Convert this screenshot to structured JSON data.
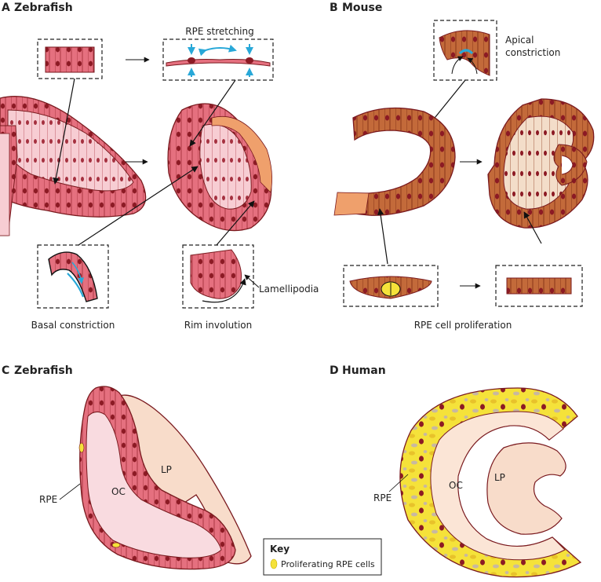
{
  "panels": {
    "a": {
      "letter": "A",
      "title": "Zebrafish",
      "labels": {
        "rpe_stretching": "RPE stretching",
        "basal_constriction": "Basal constriction",
        "rim_involution": "Rim involution",
        "lamellipodia": "Lamellipodia"
      }
    },
    "b": {
      "letter": "B",
      "title": "Mouse",
      "labels": {
        "apical_constriction_1": "Apical",
        "apical_constriction_2": "constriction",
        "rpe_proliferation": "RPE cell proliferation"
      }
    },
    "c": {
      "letter": "C",
      "title": "Zebrafish",
      "labels": {
        "rpe": "RPE",
        "oc": "OC",
        "lp": "LP"
      }
    },
    "d": {
      "letter": "D",
      "title": "Human",
      "labels": {
        "rpe": "RPE",
        "oc": "OC",
        "lp": "LP"
      }
    }
  },
  "key": {
    "title": "Key",
    "entry": "Proliferating RPE cells"
  },
  "colors": {
    "zebrafish_pink": "#e5707f",
    "zebrafish_light": "#f7cdd3",
    "mouse_brown": "#b5582b",
    "mouse_light": "#f3ddc9",
    "nucleus_dark": "#8c1a24",
    "outline": "#7a1a1f",
    "proliferating_yellow": "#f5e23a",
    "arrow_blue": "#28a8d8",
    "oc_zebrafish": "#f9dbe0",
    "lp_peach": "#f8dcca",
    "oc_human": "#fbe5d6"
  }
}
